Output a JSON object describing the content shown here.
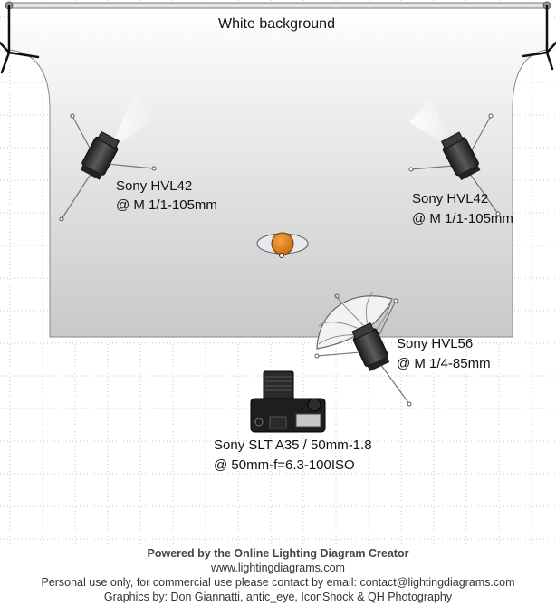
{
  "backdrop": {
    "label": "White background"
  },
  "lights": [
    {
      "model": "Sony HVL42",
      "setting": "@ M 1/1-105mm"
    },
    {
      "model": "Sony HVL42",
      "setting": "@ M 1/1-105mm"
    },
    {
      "model": "Sony HVL56",
      "setting": "@ M 1/4-85mm"
    }
  ],
  "camera": {
    "model": "Sony SLT A35 / 50mm-1.8",
    "setting": "@ 50mm-f=6.3-100ISO"
  },
  "footer": {
    "line1": "Powered by the Online Lighting Diagram Creator",
    "line2": "www.lightingdiagrams.com",
    "line3": "Personal use only, for commercial use please contact by email: contact@lightingdiagrams.com",
    "line4": "Graphics by: Don Giannatti, antic_eye, IconShock & QH Photography"
  },
  "colors": {
    "grid": "#c4c4c4",
    "backdrop_top": "#ffffff",
    "backdrop_bottom": "#c9c9c9",
    "subject": "#e0801c",
    "flash_body": "#2e2e2e",
    "umbrella": "#f2f2f2"
  }
}
